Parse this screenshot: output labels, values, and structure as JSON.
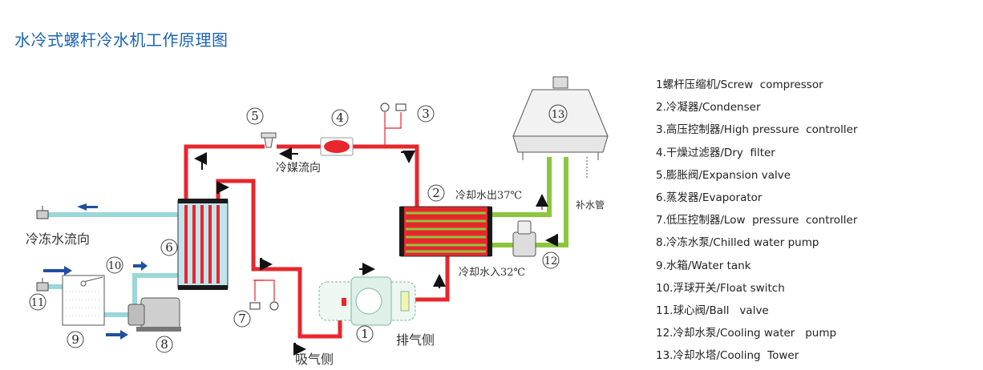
{
  "title": "水冷式螺杆冷水机工作原理图",
  "labels": {
    "refrigerant_flow": "冷媒流向",
    "chilled_water_flow": "冷冻水流向",
    "cooling_water_out": "冷却水出37℃",
    "cooling_water_in": "冷却水入32℃",
    "suction_side": "吸气侧",
    "discharge_side": "排气侧",
    "makeup_pipe": "补水管"
  },
  "markers": [
    "1",
    "2",
    "3",
    "4",
    "5",
    "6",
    "7",
    "8",
    "9",
    "10",
    "11",
    "12",
    "13"
  ],
  "legend": [
    "1螺杆压缩机/Screw  compressor",
    "2.冷凝器/Condenser",
    "3.高压控制器/High pressure  controller",
    "4.干燥过滤器/Dry  filter",
    "5.膨胀阀/Expansion valve",
    "6.蒸发器/Evaporator",
    "7.低压控制器/Low  pressure  controller",
    "8.冷冻水泵/Chilled water pump",
    "9.水箱/Water tank",
    "10.浮球开关/Float switch",
    "11.球心阀/Ball   valve",
    "12.冷却水泵/Cooling water   pump",
    "13.冷却水塔/Cooling  Tower"
  ],
  "colors": {
    "refrigerant": "#e8262c",
    "cooling_water": "#8cc63f",
    "chilled_water": "#9ad7d9",
    "arrow": "#1f4fa0",
    "title": "#1b64b4"
  }
}
